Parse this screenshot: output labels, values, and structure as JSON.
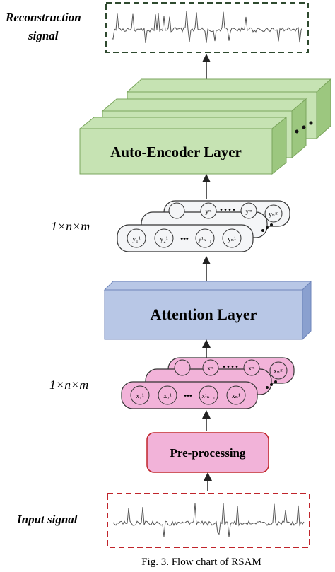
{
  "output_label": {
    "line1": "Reconstruction",
    "line2": "signal"
  },
  "input_label": "Input signal",
  "autoencoder_label": "Auto-Encoder Layer",
  "attention_label": "Attention Layer",
  "preprocessing_label": "Pre-processing",
  "dim_label_y": "1×n×m",
  "dim_label_x": "1×n×m",
  "y_front_nodes": [
    "y₁¹",
    "y₂¹",
    "y¹ₙ₋₁",
    "yₙ¹"
  ],
  "y_back_nodes": [
    "yᵐ",
    "yᵐ",
    "yₙᵐ"
  ],
  "x_front_nodes": [
    "x₁¹",
    "x₂¹",
    "x¹ₙ₋₁",
    "xₙ¹"
  ],
  "x_back_nodes": [
    "xᵐ",
    "xᵐ",
    "xₙᵐ"
  ],
  "ellipsis": "•••",
  "caption": "Fig. 3.   Flow chart of RSAM",
  "colors": {
    "green_face": "#c6e3b3",
    "green_side": "#9cc77f",
    "blue_face": "#b8c7e6",
    "blue_side": "#8aa0cf",
    "pink": "#f2b3d9",
    "node_fill": "#f4f5f7",
    "output_border": "#2f4a2f",
    "input_border": "#c0242b"
  }
}
